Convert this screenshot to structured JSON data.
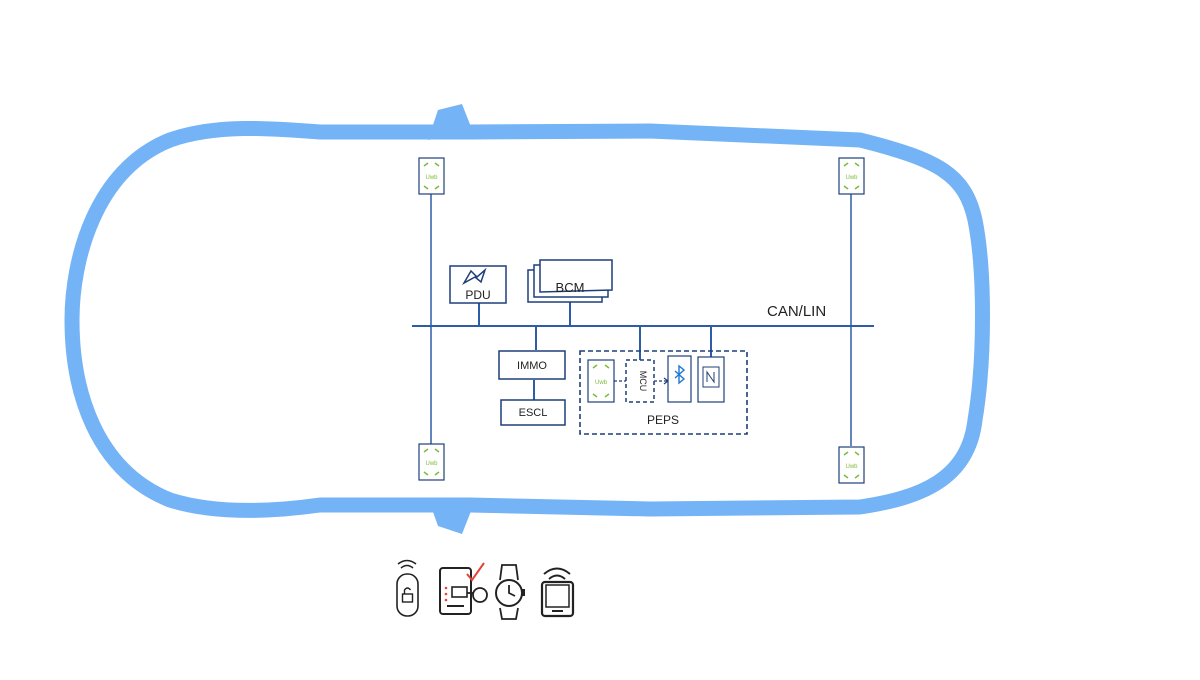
{
  "diagram": {
    "bus_label": "CAN/LIN",
    "modules": {
      "pdu": "PDU",
      "bcm": "BCM",
      "immo": "IMMO",
      "escl": "ESCL",
      "mcu": "MCU",
      "peps": "PEPS"
    },
    "uwb_anchor_label": "Uwb",
    "key_devices": [
      "key-fob-icon",
      "phone-key-app-icon",
      "smartwatch-icon",
      "smartphone-icon"
    ],
    "colors": {
      "car_outline": "#74b4f6",
      "wiring": "#2e5da8",
      "module_border": "#1f3f7a",
      "uwb_green": "#7dbb3c",
      "accent_red": "#e0453a"
    }
  }
}
